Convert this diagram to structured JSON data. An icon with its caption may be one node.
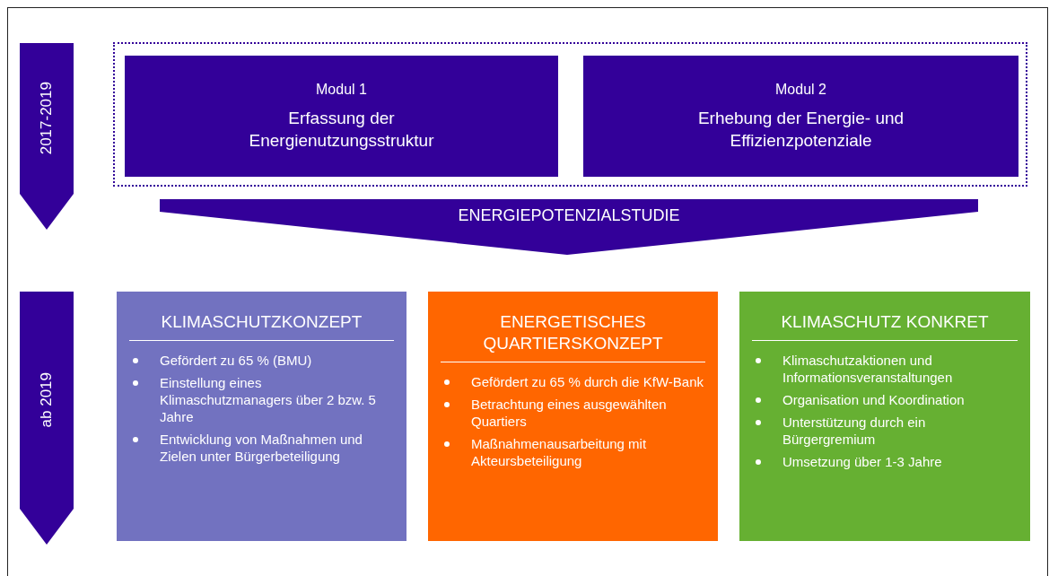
{
  "diagram": {
    "nodes": [
      {
        "text": [],
        "shape": "box"
      },
      {
        "text": [
          "Modul 1",
          "Erfassung der Energienutzungsstruktur"
        ],
        "in": 0
      },
      {
        "text": [
          "Modul 2",
          "Erhebung der Energie- und Effizienzpotenziale"
        ],
        "in": 0
      },
      {
        "text": [
          "ENERGIEPOTENZIALSTUDIE"
        ]
      },
      {
        "text": [
          "KLIMASCHUTZKONZEPT",
          "Gefördert zu 65 % (BMU)",
          "Einstellung eines Klimaschutzmanagers über 2 bzw. 5 Jahre",
          "Entwicklung von Maßnahmen und Zielen unter Bürgerbeteiligung"
        ]
      },
      {
        "text": [
          "ENERGETISCHES QUARTIERSKONZEPT",
          "Gefördert zu 65 % durch die KfW-Bank",
          "Betrachtung eines ausgewählten Quartiers",
          "Maßnahmenausarbeitung mit Akteursbeteiligung"
        ]
      },
      {
        "text": [
          "KLIMASCHUTZ KONKRET",
          "Klimaschutzaktionen und Informationsveranstaltungen",
          "Organisation und Koordination",
          "Unterstützung durch ein Bürgergremium",
          "Umsetzung über 1-3 Jahre"
        ]
      },
      {
        "text": [
          "2017-2019"
        ]
      },
      {
        "text": [
          "ab 2019"
        ]
      }
    ]
  }
}
